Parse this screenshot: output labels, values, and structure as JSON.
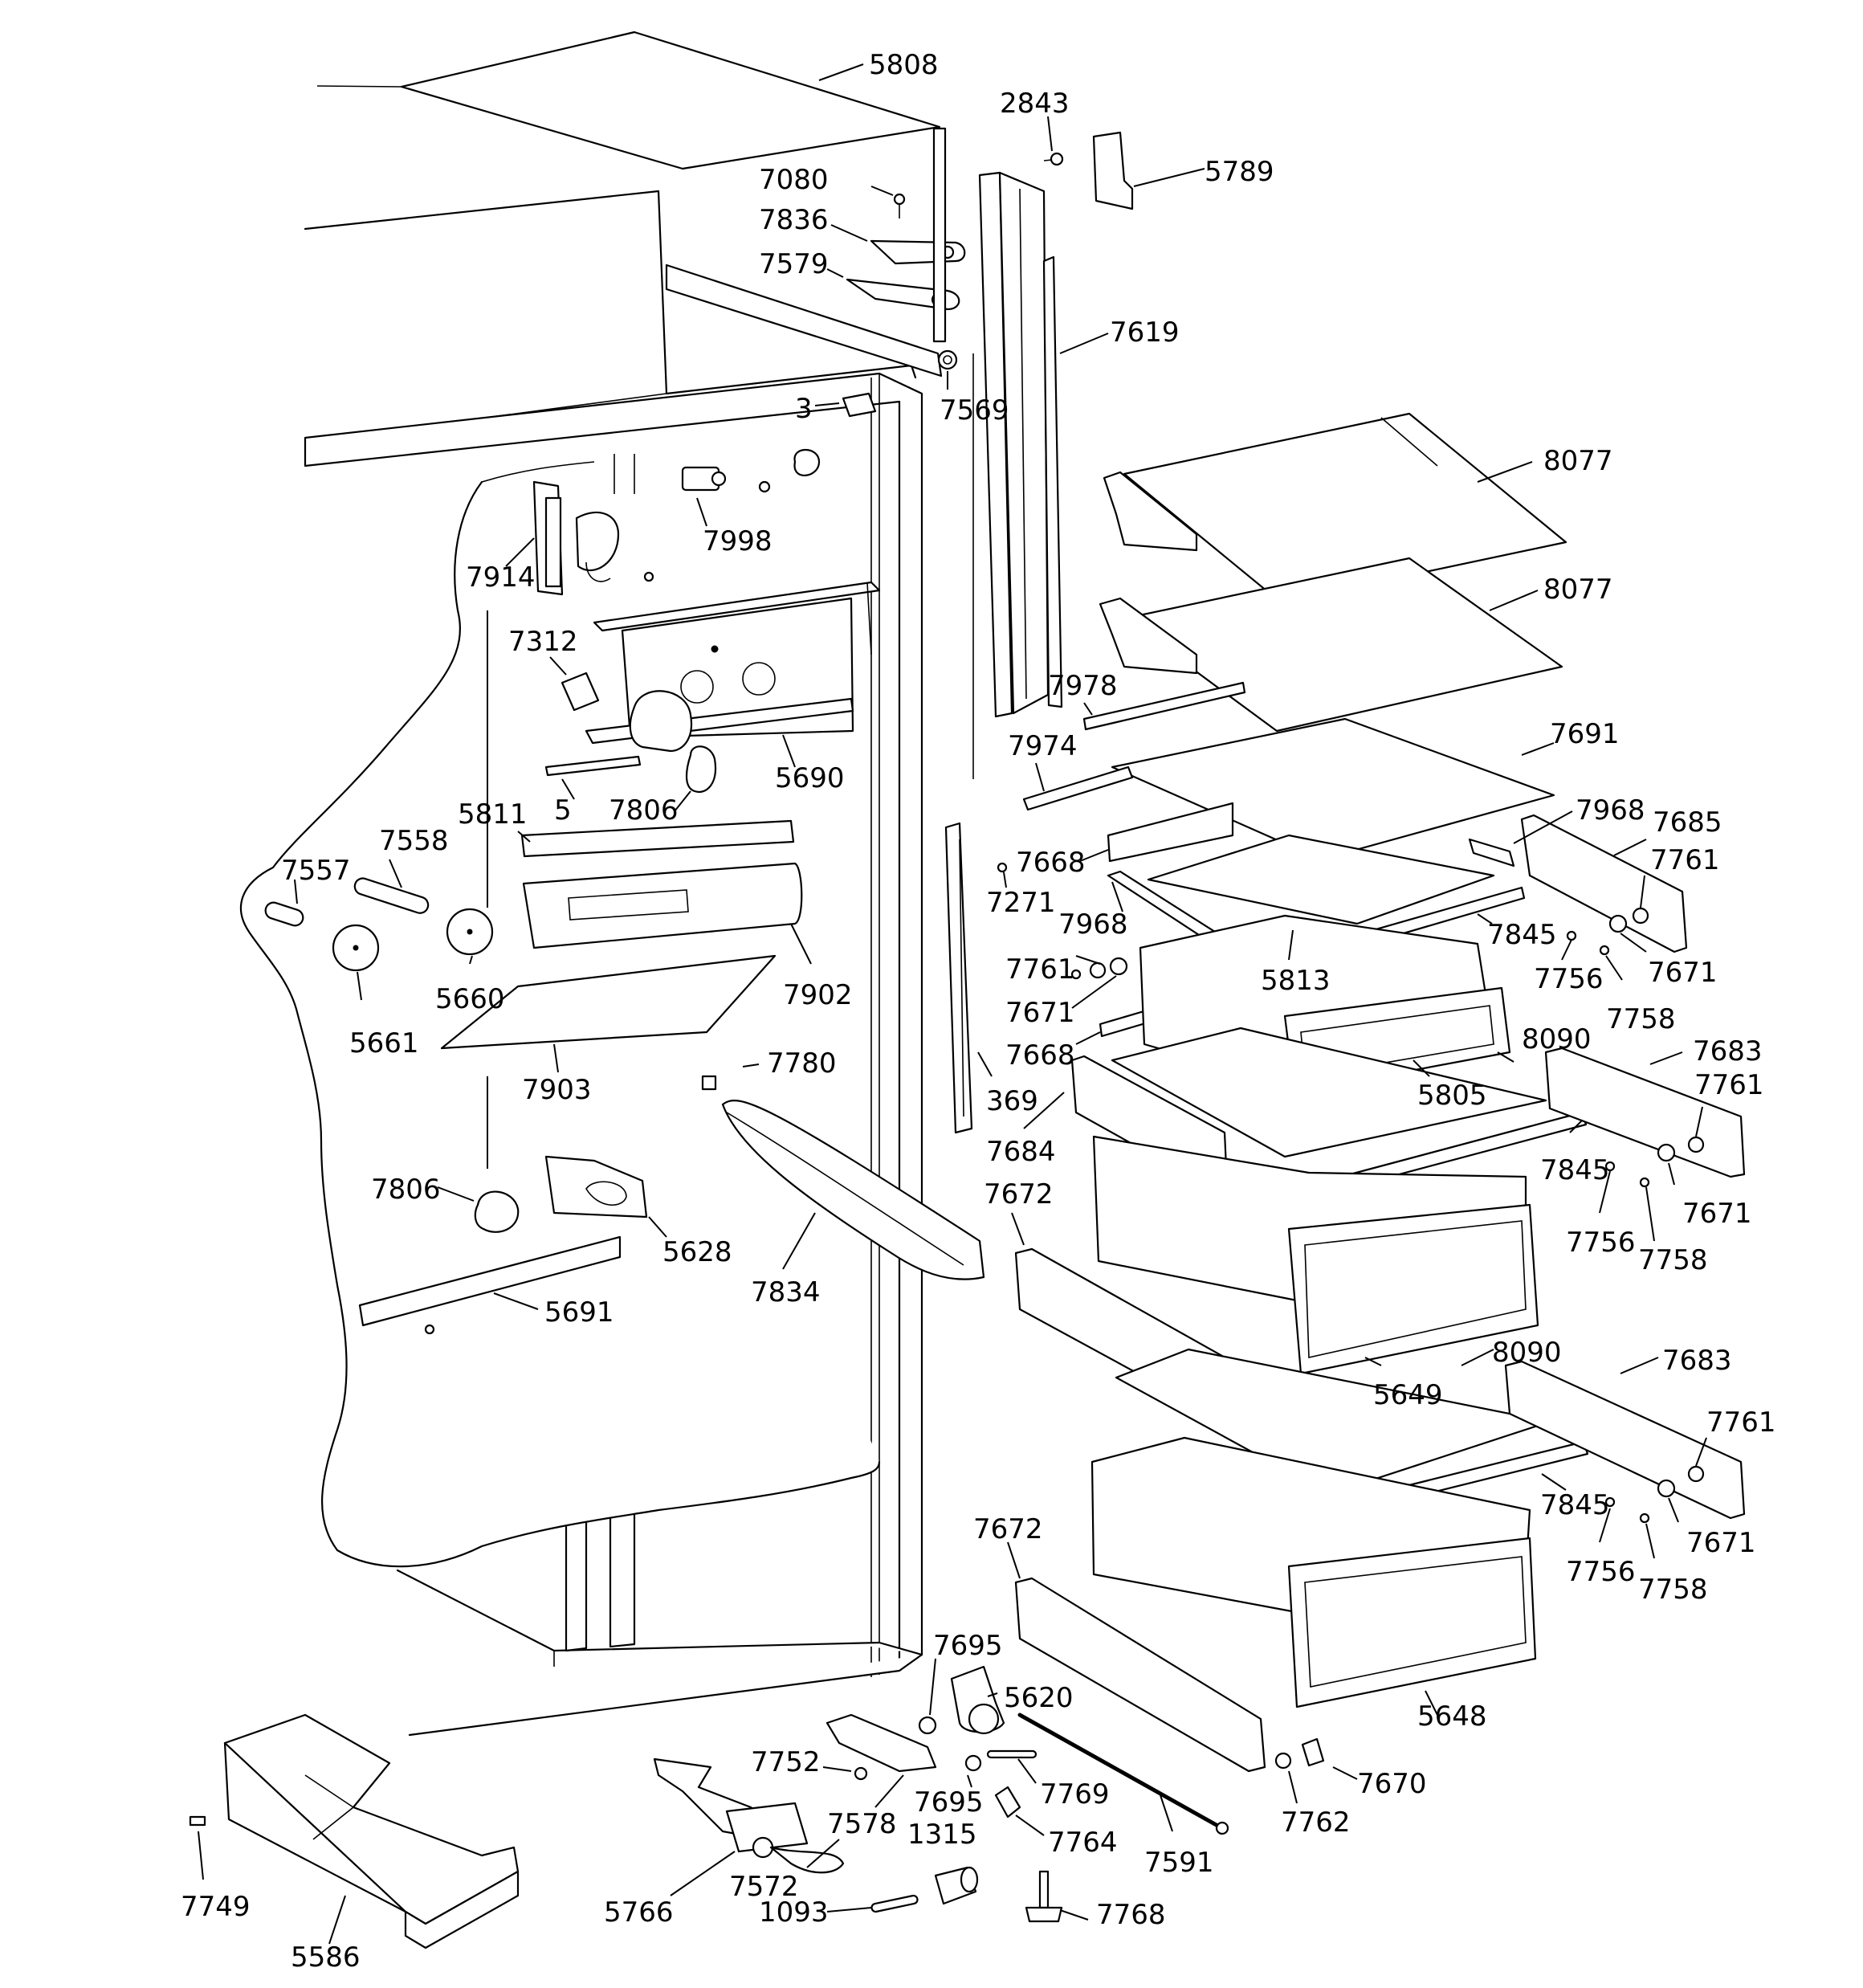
{
  "diagram": {
    "type": "exploded-parts-diagram",
    "line_color": "#000000",
    "background": "#ffffff"
  },
  "labels": [
    {
      "id": "l5808",
      "text": "5808"
    },
    {
      "id": "l2843",
      "text": "2843"
    },
    {
      "id": "l5789",
      "text": "5789"
    },
    {
      "id": "l7080",
      "text": "7080"
    },
    {
      "id": "l7836",
      "text": "7836"
    },
    {
      "id": "l7579",
      "text": "7579"
    },
    {
      "id": "l7619",
      "text": "7619"
    },
    {
      "id": "l7569",
      "text": "7569"
    },
    {
      "id": "l3",
      "text": "3"
    },
    {
      "id": "l8077a",
      "text": "8077"
    },
    {
      "id": "l7998",
      "text": "7998"
    },
    {
      "id": "l7914",
      "text": "7914"
    },
    {
      "id": "l8077b",
      "text": "8077"
    },
    {
      "id": "l7312",
      "text": "7312"
    },
    {
      "id": "l7978",
      "text": "7978"
    },
    {
      "id": "l7974",
      "text": "7974"
    },
    {
      "id": "l7691",
      "text": "7691"
    },
    {
      "id": "l5690",
      "text": "5690"
    },
    {
      "id": "l5",
      "text": "5"
    },
    {
      "id": "l7806a",
      "text": "7806"
    },
    {
      "id": "l5811",
      "text": "5811"
    },
    {
      "id": "l7968a",
      "text": "7968"
    },
    {
      "id": "l7685",
      "text": "7685"
    },
    {
      "id": "l7558",
      "text": "7558"
    },
    {
      "id": "l7668a",
      "text": "7668"
    },
    {
      "id": "l7761a",
      "text": "7761"
    },
    {
      "id": "l7557",
      "text": "7557"
    },
    {
      "id": "l7271",
      "text": "7271"
    },
    {
      "id": "l7968b",
      "text": "7968"
    },
    {
      "id": "l7845a",
      "text": "7845"
    },
    {
      "id": "l7761b",
      "text": "7761"
    },
    {
      "id": "l5813",
      "text": "5813"
    },
    {
      "id": "l7756a",
      "text": "7756"
    },
    {
      "id": "l7671a",
      "text": "7671"
    },
    {
      "id": "l5660",
      "text": "5660"
    },
    {
      "id": "l7902",
      "text": "7902"
    },
    {
      "id": "l7671b",
      "text": "7671"
    },
    {
      "id": "l7758a",
      "text": "7758"
    },
    {
      "id": "l5661",
      "text": "5661"
    },
    {
      "id": "l7668b",
      "text": "7668"
    },
    {
      "id": "l8090a",
      "text": "8090"
    },
    {
      "id": "l7683a",
      "text": "7683"
    },
    {
      "id": "l7780",
      "text": "7780"
    },
    {
      "id": "l369",
      "text": "369"
    },
    {
      "id": "l5805",
      "text": "5805"
    },
    {
      "id": "l7761c",
      "text": "7761"
    },
    {
      "id": "l7903",
      "text": "7903"
    },
    {
      "id": "l7684",
      "text": "7684"
    },
    {
      "id": "l7845b",
      "text": "7845"
    },
    {
      "id": "l7806b",
      "text": "7806"
    },
    {
      "id": "l7672a",
      "text": "7672"
    },
    {
      "id": "l7671c",
      "text": "7671"
    },
    {
      "id": "l7756b",
      "text": "7756"
    },
    {
      "id": "l5628",
      "text": "5628"
    },
    {
      "id": "l7758b",
      "text": "7758"
    },
    {
      "id": "l7834",
      "text": "7834"
    },
    {
      "id": "l5691",
      "text": "5691"
    },
    {
      "id": "l8090b",
      "text": "8090"
    },
    {
      "id": "l7683b",
      "text": "7683"
    },
    {
      "id": "l5649",
      "text": "5649"
    },
    {
      "id": "l7761d",
      "text": "7761"
    },
    {
      "id": "l7845c",
      "text": "7845"
    },
    {
      "id": "l7671d",
      "text": "7671"
    },
    {
      "id": "l7672b",
      "text": "7672"
    },
    {
      "id": "l7756c",
      "text": "7756"
    },
    {
      "id": "l7758c",
      "text": "7758"
    },
    {
      "id": "l7695a",
      "text": "7695"
    },
    {
      "id": "l5620",
      "text": "5620"
    },
    {
      "id": "l5648",
      "text": "5648"
    },
    {
      "id": "l7752",
      "text": "7752"
    },
    {
      "id": "l7670",
      "text": "7670"
    },
    {
      "id": "l7578",
      "text": "7578"
    },
    {
      "id": "l7695b",
      "text": "7695"
    },
    {
      "id": "l7769",
      "text": "7769"
    },
    {
      "id": "l7762",
      "text": "7762"
    },
    {
      "id": "l1315",
      "text": "1315"
    },
    {
      "id": "l7764",
      "text": "7764"
    },
    {
      "id": "l7591",
      "text": "7591"
    },
    {
      "id": "l7749",
      "text": "7749"
    },
    {
      "id": "l7572",
      "text": "7572"
    },
    {
      "id": "l5766",
      "text": "5766"
    },
    {
      "id": "l1093",
      "text": "1093"
    },
    {
      "id": "l7768",
      "text": "7768"
    },
    {
      "id": "l5586",
      "text": "5586"
    }
  ]
}
